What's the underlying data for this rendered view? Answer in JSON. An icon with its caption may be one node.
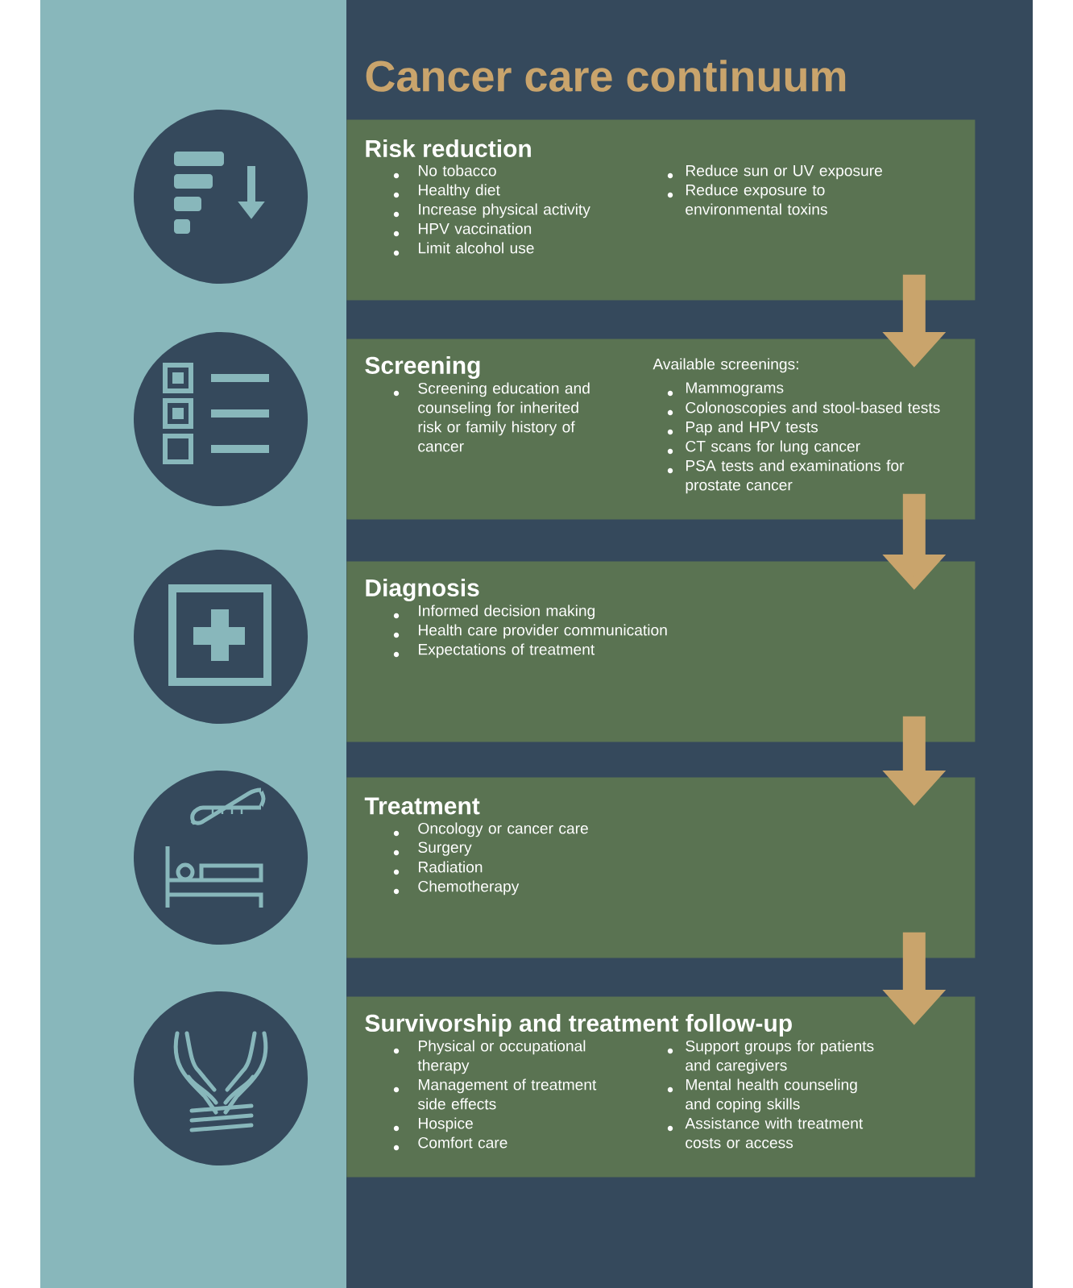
{
  "diagram": {
    "title": "Cancer care continuum",
    "nodes": [
      {
        "text": [
          "Risk reduction",
          "No tobacco",
          "Healthy diet",
          "Increase physical activity",
          "HPV vaccination",
          "Limit alcohol use",
          "Reduce sun or UV exposure",
          "Reduce exposure to environmental toxins"
        ]
      },
      {
        "text": [
          "Screening",
          "Screening education and counseling for inherited risk or family history of cancer",
          "Available screenings:",
          "Mammograms",
          "Colonoscopies and stool-based tests",
          "Pap and HPV tests",
          "CT scans for lung cancer",
          "PSA tests and examinations for prostate cancer"
        ]
      },
      {
        "text": [
          "Diagnosis",
          "Informed decision making",
          "Health care provider communication",
          "Expectations of treatment"
        ]
      },
      {
        "text": [
          "Treatment",
          "Oncology or cancer care",
          "Surgery",
          "Radiation",
          "Chemotherapy"
        ]
      },
      {
        "text": [
          "Survivorship and treatment follow-up",
          "Physical or occupational therapy",
          "Management of treatment side effects",
          "Hospice",
          "Comfort care",
          "Support groups for patients and caregivers",
          "Mental health counseling and coping skills",
          "Assistance with treatment costs or access"
        ]
      }
    ],
    "edges": [
      {
        "from": 0,
        "to": 1,
        "arrow": "to"
      },
      {
        "from": 1,
        "to": 2,
        "arrow": "to"
      },
      {
        "from": 2,
        "to": 3,
        "arrow": "to"
      },
      {
        "from": 3,
        "to": 4,
        "arrow": "to"
      }
    ]
  }
}
